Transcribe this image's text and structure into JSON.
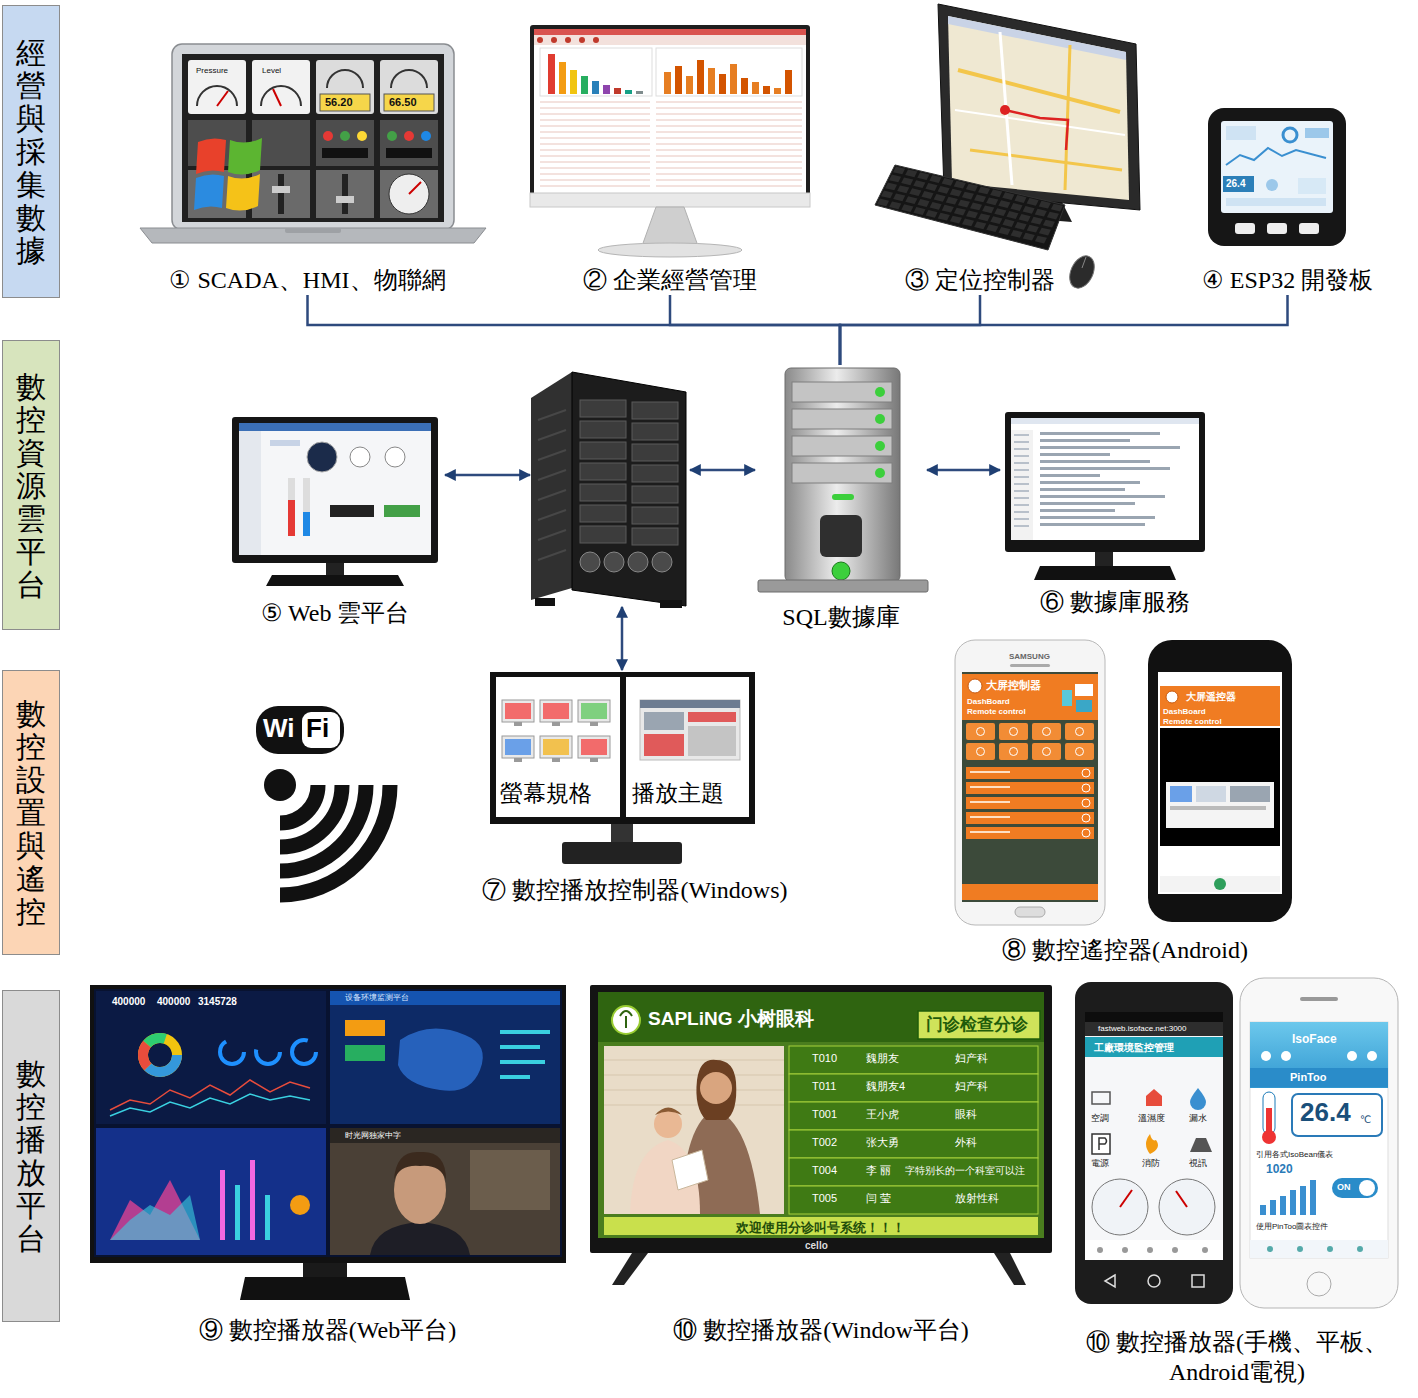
{
  "diagram": {
    "nodes": [
      {
        "text": [
          "經營與採集數據"
        ]
      },
      {
        "text": [
          "數控資源雲平台"
        ]
      },
      {
        "text": [
          "數控設置與遙控"
        ]
      },
      {
        "text": [
          "數控播放平台"
        ]
      },
      {
        "text": [
          "① SCADA、HMI、物聯網"
        ]
      },
      {
        "text": [
          "② 企業經營管理"
        ]
      },
      {
        "text": [
          "③ 定位控制器"
        ]
      },
      {
        "text": [
          "④ ESP32 開發板"
        ]
      },
      {
        "text": [
          "⑤ Web 雲平台"
        ]
      },
      {
        "text": []
      },
      {
        "text": [
          "SQL數據庫"
        ]
      },
      {
        "text": [
          "⑥ 數據庫服務"
        ]
      },
      {
        "text": [
          "⑦ 數控播放控制器(Windows)"
        ]
      },
      {
        "text": [
          "⑧ 數控遙控器(Android)"
        ]
      },
      {
        "text": [
          "⑨ 數控播放器(Web平台)"
        ]
      },
      {
        "text": [
          "⑩ 數控播放器(Window平台)"
        ]
      },
      {
        "text": [
          "⑩ 數控播放器(手機、平板、Android電視)"
        ]
      }
    ],
    "edges": [
      {
        "from": 4,
        "to": 10,
        "arrow": "none"
      },
      {
        "from": 5,
        "to": 10,
        "arrow": "none"
      },
      {
        "from": 6,
        "to": 10,
        "arrow": "none"
      },
      {
        "from": 7,
        "to": 10,
        "arrow": "none"
      },
      {
        "from": 8,
        "to": 9,
        "arrow": "both"
      },
      {
        "from": 9,
        "to": 10,
        "arrow": "both"
      },
      {
        "from": 10,
        "to": 11,
        "arrow": "both"
      },
      {
        "from": 9,
        "to": 12,
        "arrow": "both"
      }
    ],
    "labels": [
      "Pressure",
      "Level",
      "56.20",
      "66.50",
      "26.4",
      "Wi",
      "Fi",
      "螢幕規格",
      "播放主題",
      "SAMSUNG",
      "大屏控制器",
      "DashBoard Remote control",
      "大屏遥控器",
      "DashBoard Remote control",
      "400000",
      "400000",
      "3145728",
      "设备环境监测平台",
      "时光网独家中字",
      "SAPLiNG 小树眼科",
      "门诊检查分诊",
      "T010",
      "魏朋友",
      "妇产科",
      "T011",
      "魏朋友4",
      "妇产科",
      "T001",
      "王小虎",
      "眼科",
      "T002",
      "张大勇",
      "外科",
      "T004",
      "李 丽",
      "字特别长的一个科室可以注",
      "T005",
      "闫 莹",
      "放射性科",
      "欢迎使用分诊叫号系统！！！",
      "cello",
      "fastweb.isoface.net:3000",
      "工廠環境監控管理",
      "空調",
      "溫濕度",
      "漏水",
      "電源",
      "消防",
      "視訊",
      "IsoFace",
      "PinToo",
      "26.4",
      "℃",
      "引用各式IsoBean儀表",
      "1020",
      "ON",
      "使用PinToo圖表控件"
    ]
  }
}
